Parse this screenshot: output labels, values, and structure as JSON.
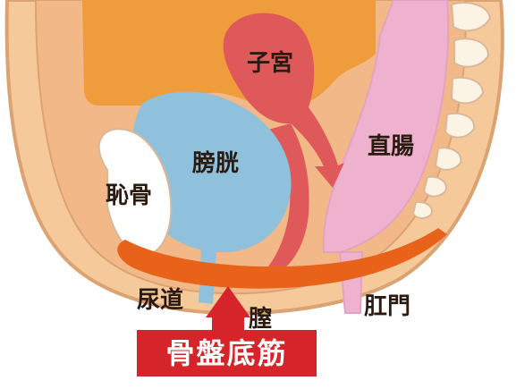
{
  "labels": {
    "uterus": "子宮",
    "bladder": "膀胱",
    "rectum": "直腸",
    "pubic_bone": "恥骨",
    "urethra": "尿道",
    "vagina": "膣",
    "anus": "肛門"
  },
  "banner": {
    "text": "骨盤底筋"
  },
  "colors": {
    "body_skin": "#f6c99a",
    "body_outline": "#dba272",
    "inner_tissue": "#f2b887",
    "intestines": "#ef9c3c",
    "uterus": "#e0595a",
    "bladder": "#8fc0dc",
    "rectum": "#eeb2cf",
    "pelvic_floor_muscle": "#e8621a",
    "spine_bone": "#fbf3e4",
    "pubic_bone": "#ffffff",
    "banner_red": "#d6252a"
  },
  "icons": {
    "arrow": "up-arrow-icon"
  }
}
